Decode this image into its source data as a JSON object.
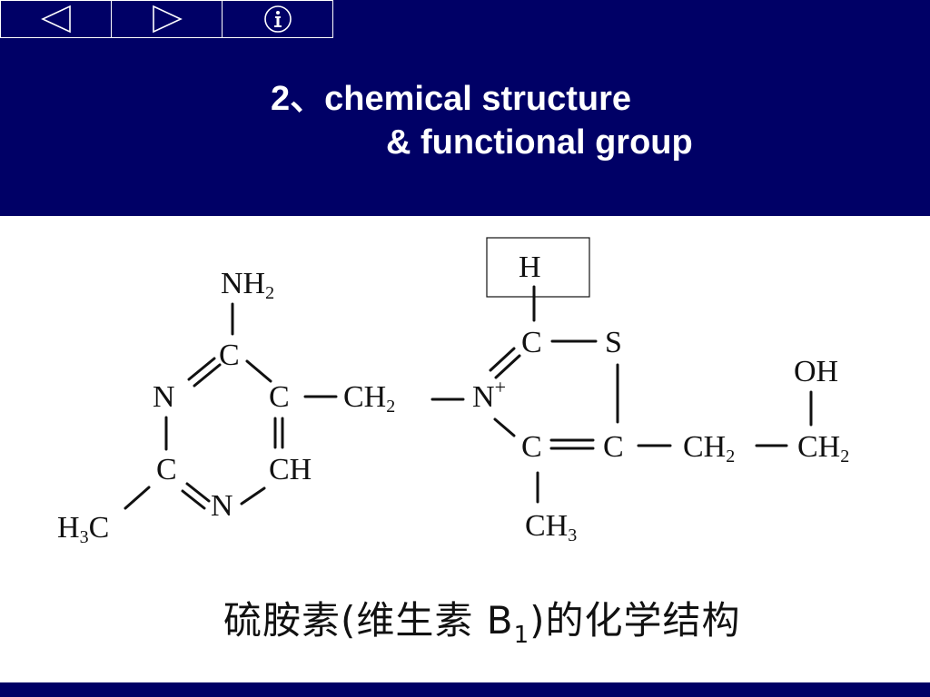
{
  "nav": {
    "prev_icon": "triangle-left-icon",
    "next_icon": "triangle-right-icon",
    "info_icon": "info-icon",
    "info_glyph": "ⓘ"
  },
  "title": {
    "line1": "2、chemical  structure",
    "line2": "&  functional group"
  },
  "structure": {
    "nh2": "NH",
    "nh2_sub": "2",
    "c_top": "C",
    "n_left": "N",
    "c_right": "C",
    "c_left": "C",
    "ch_ring": "CH",
    "n_bottom": "N",
    "h3c": "H",
    "h3c_sub": "3",
    "h3c_c": "C",
    "bridge_ch": "CH",
    "bridge_sub": "2",
    "n_plus": "N",
    "plus_sign": "+",
    "h_top": "H",
    "c2": "C",
    "s": "S",
    "c4": "C",
    "c5": "C",
    "ch3": "CH",
    "ch3_sub": "3",
    "chain_ch2a": "CH",
    "chain_ch2a_sub": "2",
    "chain_ch2b": "CH",
    "chain_ch2b_sub": "2",
    "oh": "OH"
  },
  "caption": {
    "main": "硫胺素(维生素 B",
    "sub": "1",
    "rest": ")的化学结构"
  },
  "colors": {
    "header_bg": "#000066",
    "header_text": "#ffffff",
    "structure_ink": "#111111"
  }
}
